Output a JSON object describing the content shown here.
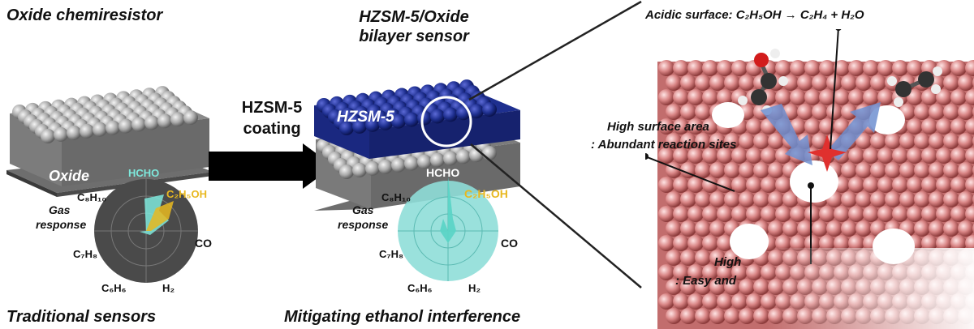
{
  "left": {
    "title": "Oxide chemiresistor",
    "film_label": "Oxide",
    "caption": "Traditional sensors",
    "radar": {
      "axis_title_1": "Gas",
      "axis_title_2": "response",
      "gases": {
        "hcho": "HCHO",
        "c2h5oh": "C₂H₅OH",
        "co": "CO",
        "h2": "H₂",
        "c6h6": "C₆H₆",
        "c7h8": "C₇H₈",
        "c8h10": "C₈H₁₀"
      }
    }
  },
  "arrow": {
    "line1": "HZSM-5",
    "line2": "coating"
  },
  "middle": {
    "title_line1": "HZSM-5/Oxide",
    "title_line2": "bilayer sensor",
    "zeolite_label": "HZSM-5",
    "caption": "Mitigating ethanol interference",
    "radar": {
      "axis_title_1": "Gas",
      "axis_title_2": "response",
      "gases": {
        "hcho": "HCHO",
        "c2h5oh": "C₂H₅OH",
        "co": "CO",
        "h2": "H₂",
        "c6h6": "C₆H₆",
        "c7h8": "C₇H₈",
        "c8h10": "C₈H₁₀"
      }
    }
  },
  "right": {
    "reaction": "Acidic surface: C₂H₅OH → C₂H₄ + H₂O",
    "surface_1": "High surface area",
    "surface_2": ": Abundant reaction sites",
    "pore_1": "High",
    "pore_2": ": Easy and"
  },
  "colors": {
    "hcho": "#7ee8dc",
    "ethanol": "#e8b820",
    "zeolite": "#1e2f8f",
    "oxide": "#9a9a9a",
    "radar_dark": "#4a4a4a",
    "radar_teal": "#8fded8"
  }
}
